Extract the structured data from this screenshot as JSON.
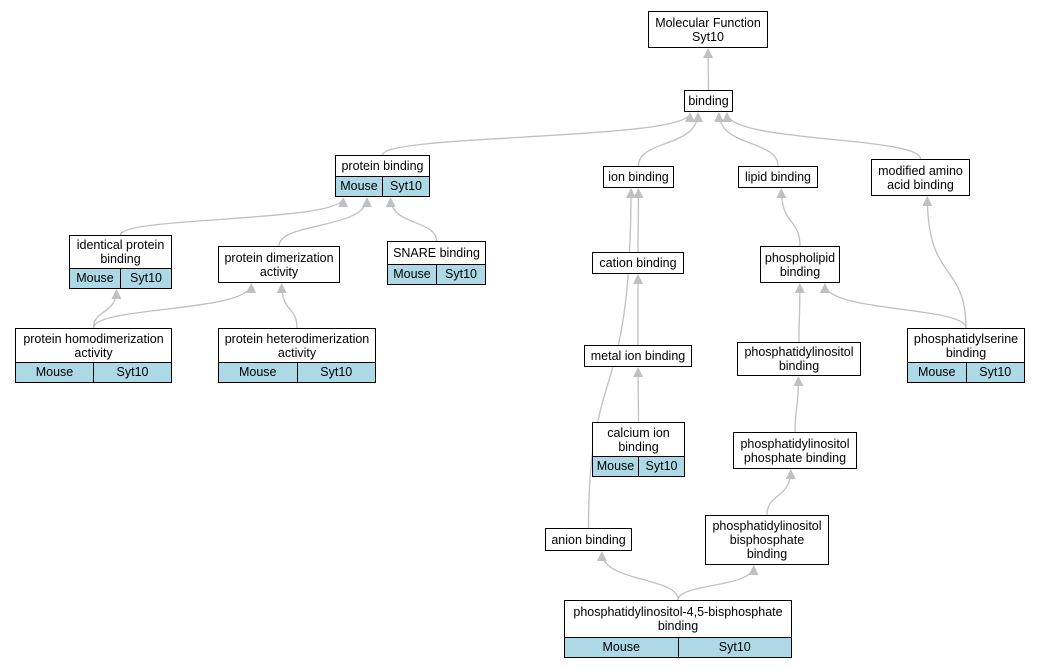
{
  "nodes": {
    "mf": {
      "label": "Molecular Function\nSyt10"
    },
    "bind": {
      "label": "binding"
    },
    "prot": {
      "label": "protein binding",
      "annotation": [
        "Mouse",
        "Syt10"
      ]
    },
    "ion": {
      "label": "ion binding"
    },
    "lipid": {
      "label": "lipid binding"
    },
    "modaa": {
      "label": "modified amino\nacid binding"
    },
    "ident": {
      "label": "identical protein\nbinding",
      "annotation": [
        "Mouse",
        "Syt10"
      ]
    },
    "dimer": {
      "label": "protein dimerization\nactivity"
    },
    "snare": {
      "label": "SNARE binding",
      "annotation": [
        "Mouse",
        "Syt10"
      ]
    },
    "cation": {
      "label": "cation binding"
    },
    "phos": {
      "label": "phospholipid\nbinding"
    },
    "homo": {
      "label": "protein homodimerization\nactivity",
      "annotation": [
        "Mouse",
        "Syt10"
      ]
    },
    "hetero": {
      "label": "protein heterodimerization\nactivity",
      "annotation": [
        "Mouse",
        "Syt10"
      ]
    },
    "metal": {
      "label": "metal ion binding"
    },
    "ptdins": {
      "label": "phosphatidylinositol\nbinding"
    },
    "ptdser": {
      "label": "phosphatidylserine\nbinding",
      "annotation": [
        "Mouse",
        "Syt10"
      ]
    },
    "calc": {
      "label": "calcium ion\nbinding",
      "annotation": [
        "Mouse",
        "Syt10"
      ]
    },
    "pip": {
      "label": "phosphatidylinositol\nphosphate binding"
    },
    "anion": {
      "label": "anion binding"
    },
    "pip2": {
      "label": "phosphatidylinositol\nbisphosphate\nbinding"
    },
    "pi45": {
      "label": "phosphatidylinositol-4,5-bisphosphate\nbinding",
      "annotation": [
        "Mouse",
        "Syt10"
      ]
    }
  },
  "edges": [
    [
      "bind",
      "mf"
    ],
    [
      "prot",
      "bind"
    ],
    [
      "ion",
      "bind"
    ],
    [
      "lipid",
      "bind"
    ],
    [
      "modaa",
      "bind"
    ],
    [
      "ident",
      "prot"
    ],
    [
      "dimer",
      "prot"
    ],
    [
      "snare",
      "prot"
    ],
    [
      "homo",
      "ident"
    ],
    [
      "homo",
      "dimer"
    ],
    [
      "hetero",
      "dimer"
    ],
    [
      "cation",
      "ion"
    ],
    [
      "metal",
      "cation"
    ],
    [
      "calc",
      "metal"
    ],
    [
      "anion",
      "ion"
    ],
    [
      "phos",
      "lipid"
    ],
    [
      "ptdins",
      "phos"
    ],
    [
      "ptdser",
      "phos"
    ],
    [
      "ptdser",
      "modaa"
    ],
    [
      "pip",
      "ptdins"
    ],
    [
      "pip2",
      "pip"
    ],
    [
      "pi45",
      "anion"
    ],
    [
      "pi45",
      "pip2"
    ]
  ]
}
